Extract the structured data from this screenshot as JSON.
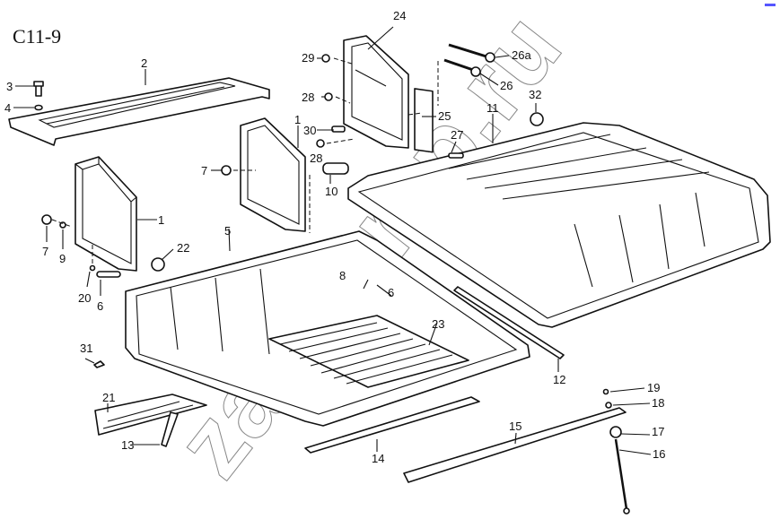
{
  "diagram": {
    "title": "C11-9",
    "watermark": "zapcomp.ru",
    "corner_mark_color": "#5555ff",
    "callouts": [
      {
        "id": "c1a",
        "label": "1",
        "part": "side-box-left"
      },
      {
        "id": "c1b",
        "label": "1",
        "part": "side-box-center"
      },
      {
        "id": "c2",
        "label": "2",
        "part": "top-rail-plate"
      },
      {
        "id": "c3",
        "label": "3",
        "part": "bolt"
      },
      {
        "id": "c4",
        "label": "4",
        "part": "washer"
      },
      {
        "id": "c5",
        "label": "5",
        "part": "main-tray"
      },
      {
        "id": "c6a",
        "label": "6",
        "part": "pin-left"
      },
      {
        "id": "c6b",
        "label": "6",
        "part": "pin-tray"
      },
      {
        "id": "c7a",
        "label": "7",
        "part": "nut-left"
      },
      {
        "id": "c7b",
        "label": "7",
        "part": "nut-center"
      },
      {
        "id": "c8",
        "label": "8",
        "part": "grommet-tray"
      },
      {
        "id": "c9",
        "label": "9",
        "part": "lock-washer"
      },
      {
        "id": "c10",
        "label": "10",
        "part": "bushing"
      },
      {
        "id": "c11",
        "label": "11",
        "part": "cover-lid"
      },
      {
        "id": "c12",
        "label": "12",
        "part": "seal-strip-right"
      },
      {
        "id": "c13",
        "label": "13",
        "part": "step-bracket"
      },
      {
        "id": "c14",
        "label": "14",
        "part": "seal-strip-front"
      },
      {
        "id": "c15",
        "label": "15",
        "part": "support-bar"
      },
      {
        "id": "c16",
        "label": "16",
        "part": "prop-rod"
      },
      {
        "id": "c17",
        "label": "17",
        "part": "rod-bushing"
      },
      {
        "id": "c18",
        "label": "18",
        "part": "rod-washer"
      },
      {
        "id": "c19",
        "label": "19",
        "part": "rod-clip"
      },
      {
        "id": "c20",
        "label": "20",
        "part": "small-washer"
      },
      {
        "id": "c21",
        "label": "21",
        "part": "step-plate"
      },
      {
        "id": "c22",
        "label": "22",
        "part": "plug"
      },
      {
        "id": "c23",
        "label": "23",
        "part": "floor-mat"
      },
      {
        "id": "c24",
        "label": "24",
        "part": "hinge-box"
      },
      {
        "id": "c25",
        "label": "25",
        "part": "hinge-plate"
      },
      {
        "id": "c26",
        "label": "26",
        "part": "long-bolt"
      },
      {
        "id": "c26a",
        "label": "26a",
        "part": "long-bolt-alt"
      },
      {
        "id": "c27",
        "label": "27",
        "part": "screw"
      },
      {
        "id": "c28a",
        "label": "28",
        "part": "nut-upper"
      },
      {
        "id": "c28b",
        "label": "28",
        "part": "nut-lower"
      },
      {
        "id": "c29",
        "label": "29",
        "part": "nut-top"
      },
      {
        "id": "c30",
        "label": "30",
        "part": "hinge-bolt"
      },
      {
        "id": "c31",
        "label": "31",
        "part": "rivet"
      },
      {
        "id": "c32",
        "label": "32",
        "part": "grommet-lid"
      }
    ]
  }
}
